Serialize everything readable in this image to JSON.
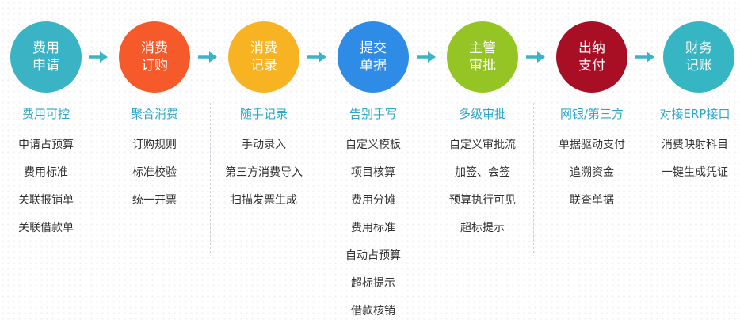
{
  "steps": [
    {
      "line1": "费用",
      "line2": "申请",
      "color": "#3ab3c4",
      "title": "费用可控",
      "items": [
        "申请占预算",
        "费用标准",
        "关联报销单",
        "关联借款单"
      ]
    },
    {
      "line1": "消费",
      "line2": "订购",
      "color": "#f65a2b",
      "title": "聚合消费",
      "items": [
        "订购规则",
        "标准校验",
        "统一开票"
      ]
    },
    {
      "line1": "消费",
      "line2": "记录",
      "color": "#f8b323",
      "title": "随手记录",
      "items": [
        "手动录入",
        "第三方消费导入",
        "扫描发票生成"
      ]
    },
    {
      "line1": "提交",
      "line2": "单据",
      "color": "#2f8ce6",
      "title": "告别手写",
      "items": [
        "自定义模板",
        "项目核算",
        "费用分摊",
        "费用标准",
        "自动占预算",
        "超标提示",
        "借款核销"
      ]
    },
    {
      "line1": "主管",
      "line2": "审批",
      "color": "#95c525",
      "title": "多级审批",
      "items": [
        "自定义审批流",
        "加签、会签",
        "预算执行可见",
        "超标提示"
      ]
    },
    {
      "line1": "出纳",
      "line2": "支付",
      "color": "#a80f25",
      "title": "网银/第三方",
      "items": [
        "单据驱动支付",
        "追溯资金",
        "联查单据"
      ]
    },
    {
      "line1": "财务",
      "line2": "记账",
      "color": "#36b5c3",
      "title": "对接ERP接口",
      "items": [
        "消费映射科目",
        "一键生成凭证"
      ]
    }
  ],
  "arrow_color": "#3ab3c4"
}
